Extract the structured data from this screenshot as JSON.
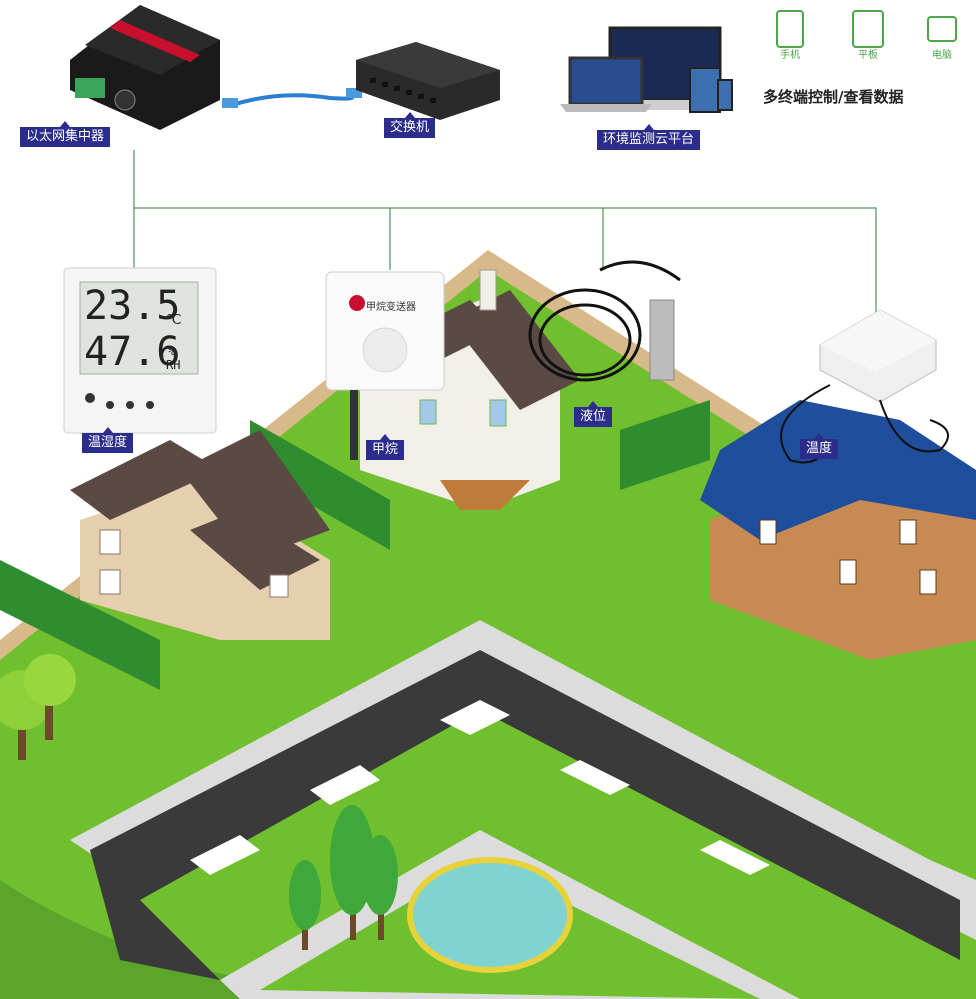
{
  "labels": {
    "hub": "以太网集中器",
    "switch": "交换机",
    "cloud": "环境监测云平台",
    "temp_humidity": "温湿度",
    "methane": "甲烷",
    "liquid_level": "液位",
    "temperature": "温度"
  },
  "terminals": [
    {
      "label": "手机",
      "icon": "phone-icon"
    },
    {
      "label": "平板",
      "icon": "tablet-icon"
    },
    {
      "label": "电脑",
      "icon": "monitor-icon"
    }
  ],
  "slogan": "多终端控制/查看数据",
  "display": {
    "temperature": "23.5",
    "temp_unit": "℃",
    "humidity": "47.6",
    "hum_unit": "%",
    "hum_sub": "RH"
  },
  "methane_device_label": "甲烷变送器",
  "colors": {
    "label_bg": "#2b2c8c",
    "grass": "#6fbf2f",
    "hedge": "#2f8c2f",
    "road": "#3a3a3a",
    "line": "#2e7d32"
  }
}
